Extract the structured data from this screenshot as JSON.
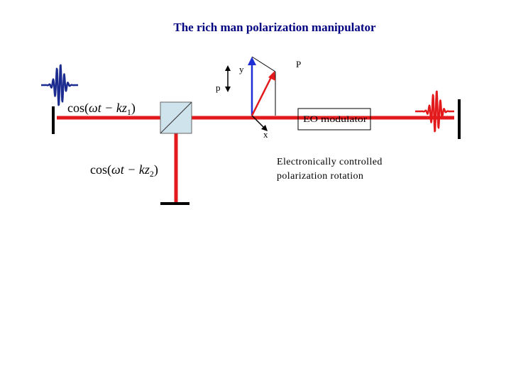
{
  "title": "The rich man polarization manipulator",
  "labels": {
    "y_axis": "y",
    "x_axis": "x",
    "polarization_vector": "P",
    "input_polarization": "p",
    "modulator": "EO modulator"
  },
  "description": {
    "line1": "Electronically controlled",
    "line2": "polarization rotation"
  },
  "formulas": {
    "arm1": {
      "prefix": "cos(",
      "var": "ωt − kz",
      "sub": "1",
      "suffix": ")"
    },
    "arm2": {
      "prefix": "cos(",
      "var": "ωt − kz",
      "sub": "2",
      "suffix": ")"
    }
  },
  "colors": {
    "title": "#000080",
    "beam": "#e31a1c",
    "incoming_pulse": "#1c2b8f",
    "outgoing_pulse": "#e31a1c",
    "y_axis_arrow": "#1f2fd6",
    "polarization_arrow": "#e31a1c",
    "beamsplitter_fill": "#cfe3ec"
  },
  "icons": [
    "double-arrow-icon",
    "beamsplitter-cube",
    "mirror-icon",
    "pulse-waveform"
  ]
}
